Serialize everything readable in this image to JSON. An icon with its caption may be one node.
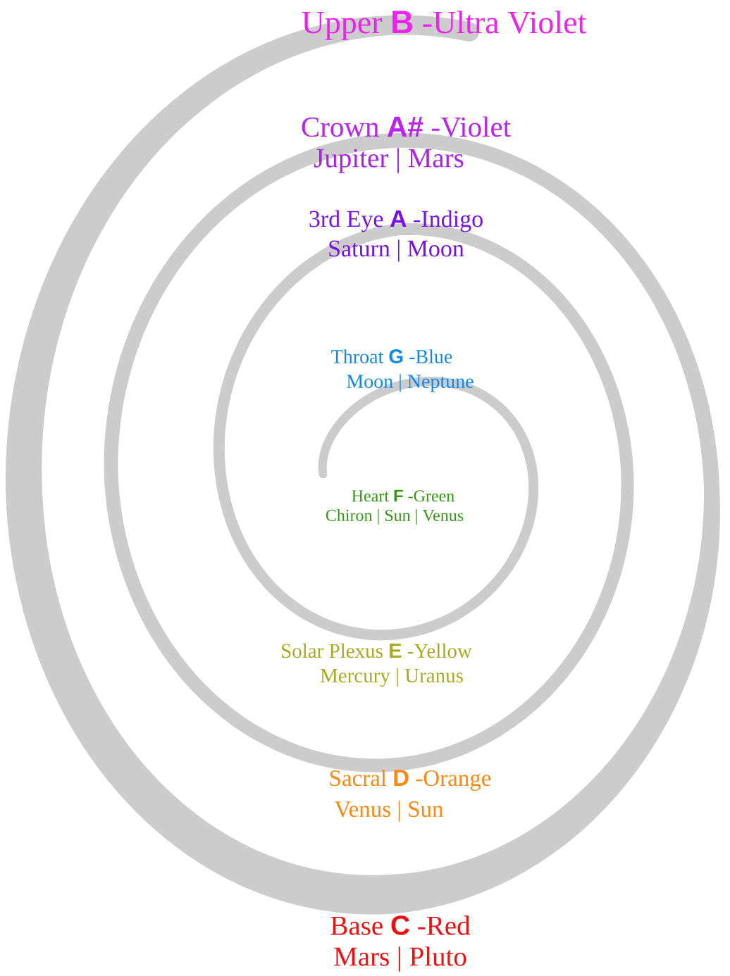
{
  "diagram": {
    "labels": [
      "Upper **B** -Ultra Violet",
      "Crown **A#** -Violet",
      "Jupiter | Mars",
      "3rd Eye **A** -Indigo",
      "Saturn | Moon",
      "Throat **G** -Blue",
      "Moon | Neptune",
      "Heart **F** -Green",
      "Chiron | Sun | Venus",
      "Solar Plexus **E** -Yellow",
      "Mercury | Uranus",
      "Sacral **D** -Orange",
      "Venus | Sun",
      "Base **C** -Red",
      "Mars | Pluto"
    ]
  }
}
